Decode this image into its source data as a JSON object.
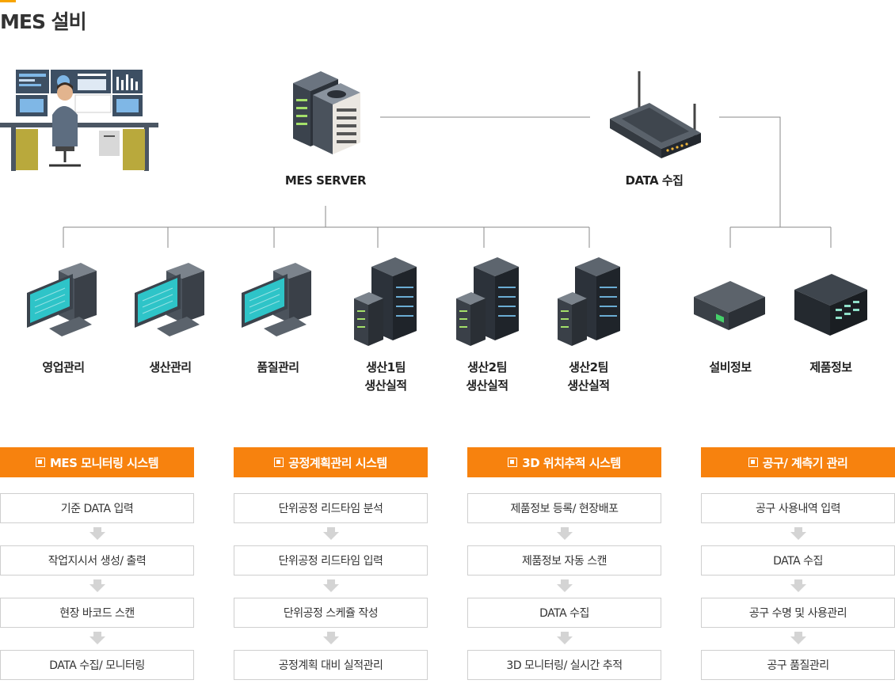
{
  "page": {
    "title": "MES 설비"
  },
  "top_nodes": {
    "server": "MES SERVER",
    "collector": "DATA 수집"
  },
  "clients": [
    {
      "label": "영업관리",
      "icon": "desktop-pc-icon"
    },
    {
      "label": "생산관리",
      "icon": "desktop-pc-icon"
    },
    {
      "label": "품질관리",
      "icon": "desktop-pc-icon"
    },
    {
      "label": "생산1팀\n생산실적",
      "icon": "server-rack-icon"
    },
    {
      "label": "생산2팀\n생산실적",
      "icon": "server-rack-icon"
    },
    {
      "label": "생산2팀\n생산실적",
      "icon": "server-rack-icon"
    }
  ],
  "devices": [
    {
      "label": "설비정보",
      "icon": "equipment-box-icon"
    },
    {
      "label": "제품정보",
      "icon": "product-unit-icon"
    }
  ],
  "systems": [
    {
      "title": "MES 모니터링 시스템",
      "steps": [
        "기준 DATA 입력",
        "작업지시서 생성/ 출력",
        "현장 바코드 스캔",
        "DATA 수집/ 모니터링"
      ]
    },
    {
      "title": "공정계획관리 시스템",
      "steps": [
        "단위공정 리드타임 분석",
        "단위공정 리드타임 입력",
        "단위공정 스케쥴 작성",
        "공정계획 대비 실적관리"
      ]
    },
    {
      "title": "3D 위치추적 시스템",
      "steps": [
        "제품정보 등록/ 현장배포",
        "제품정보 자동 스캔",
        "DATA 수집",
        "3D 모니터링/ 실시간 추적"
      ]
    },
    {
      "title": "공구/ 계측기 관리",
      "steps": [
        "공구 사용내역 입력",
        "DATA 수집",
        "공구 수명 및 사용관리",
        "공구 품질관리"
      ]
    }
  ],
  "colors": {
    "accent": "#f7820e",
    "title_mark": "#f7a400",
    "screen": "#2ec4c8",
    "line": "#8a8a8a",
    "box_border": "#cfcfcf"
  }
}
